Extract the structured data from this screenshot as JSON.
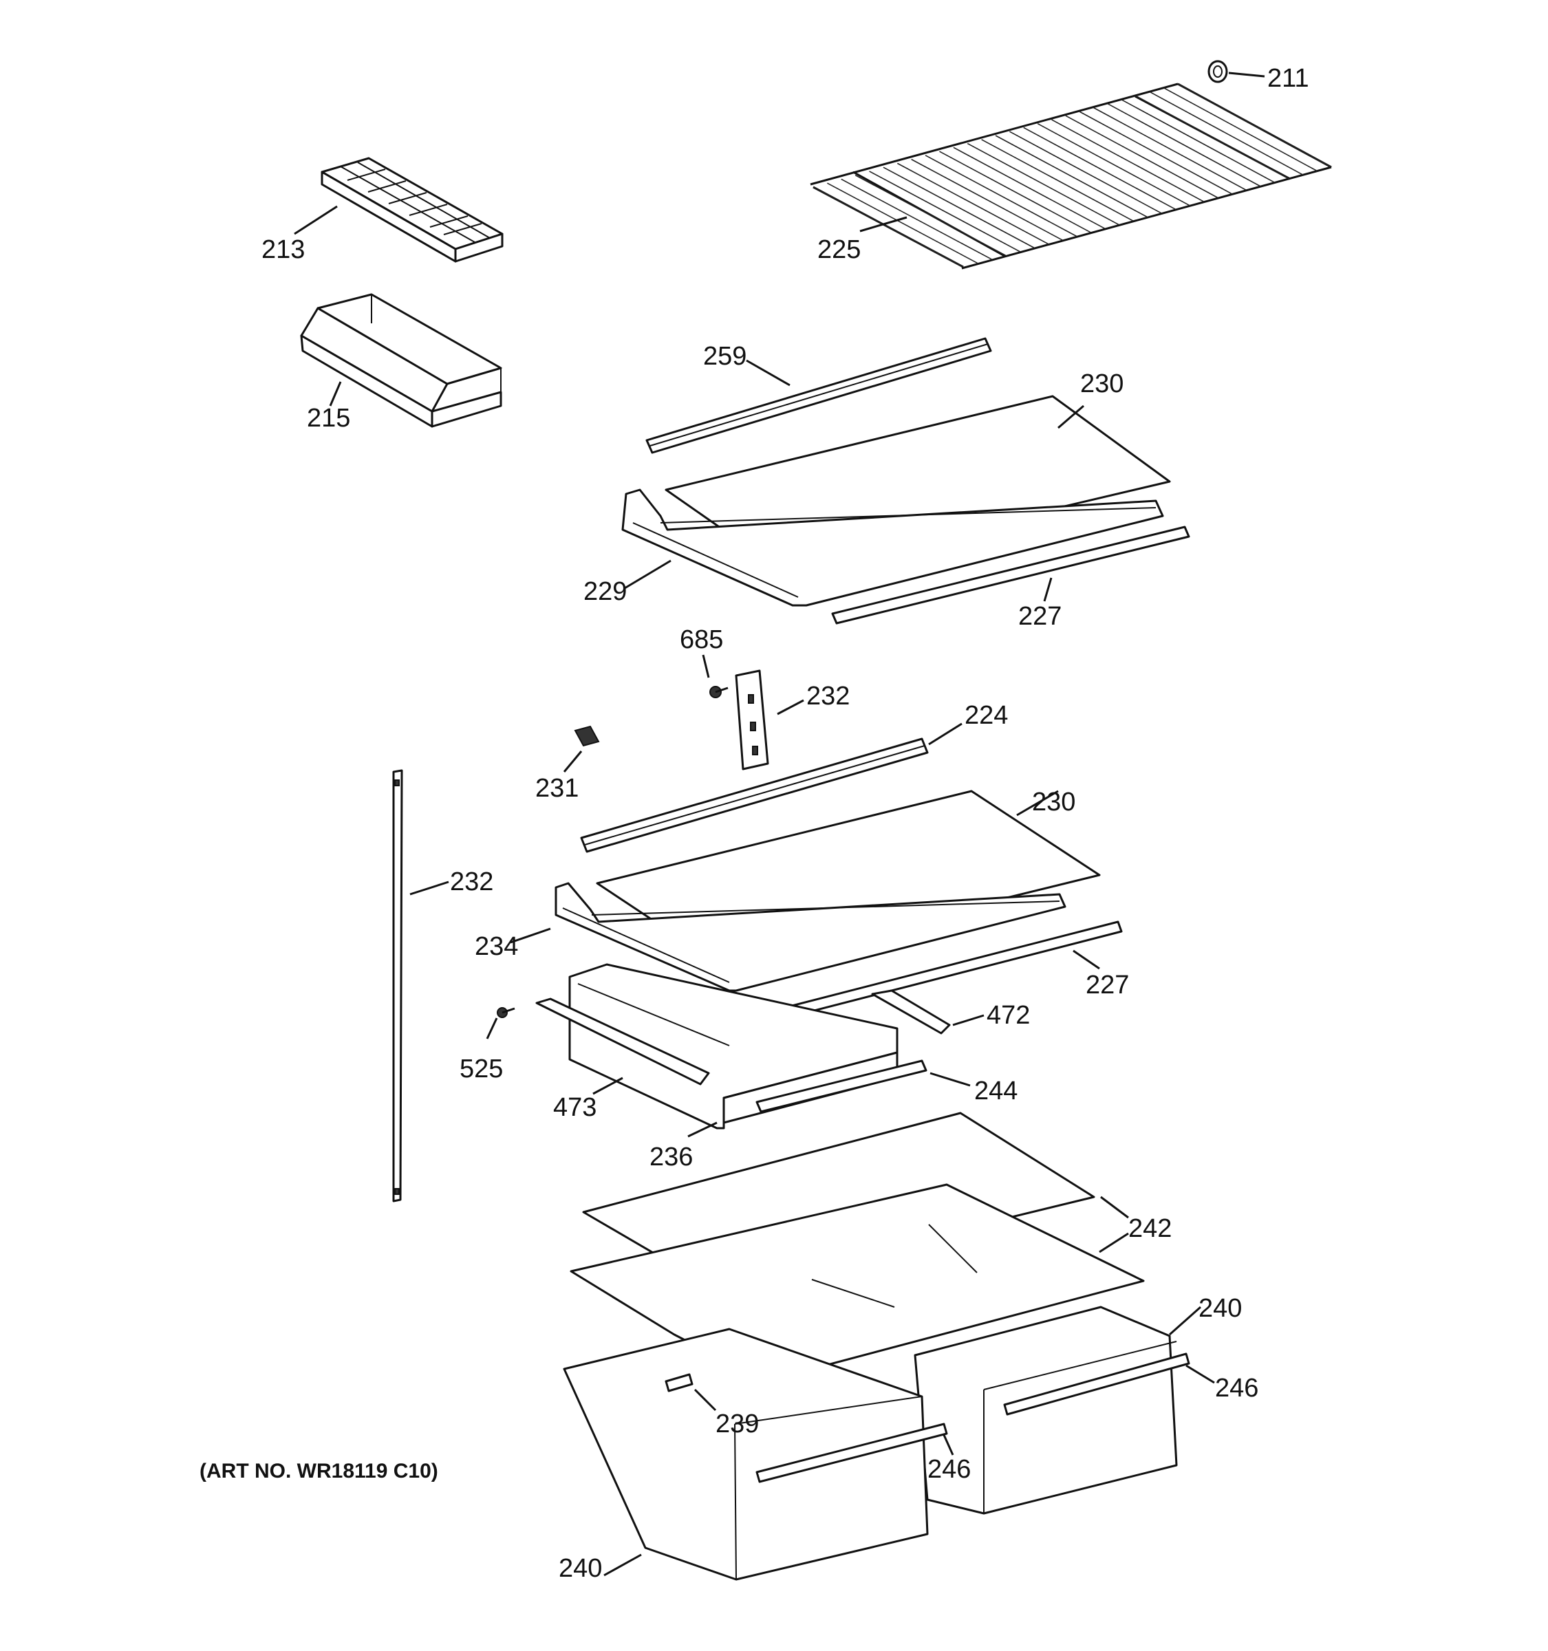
{
  "art_number": "(ART NO. WR18119 C10)",
  "callouts": {
    "c211": "211",
    "c213": "213",
    "c215": "215",
    "c225": "225",
    "c259": "259",
    "c230a": "230",
    "c229": "229",
    "c227a": "227",
    "c685": "685",
    "c232a": "232",
    "c224": "224",
    "c231": "231",
    "c230b": "230",
    "c232b": "232",
    "c234": "234",
    "c227b": "227",
    "c472": "472",
    "c525": "525",
    "c244": "244",
    "c473": "473",
    "c236": "236",
    "c242": "242",
    "c240a": "240",
    "c246a": "246",
    "c239": "239",
    "c246b": "246",
    "c240b": "240"
  }
}
